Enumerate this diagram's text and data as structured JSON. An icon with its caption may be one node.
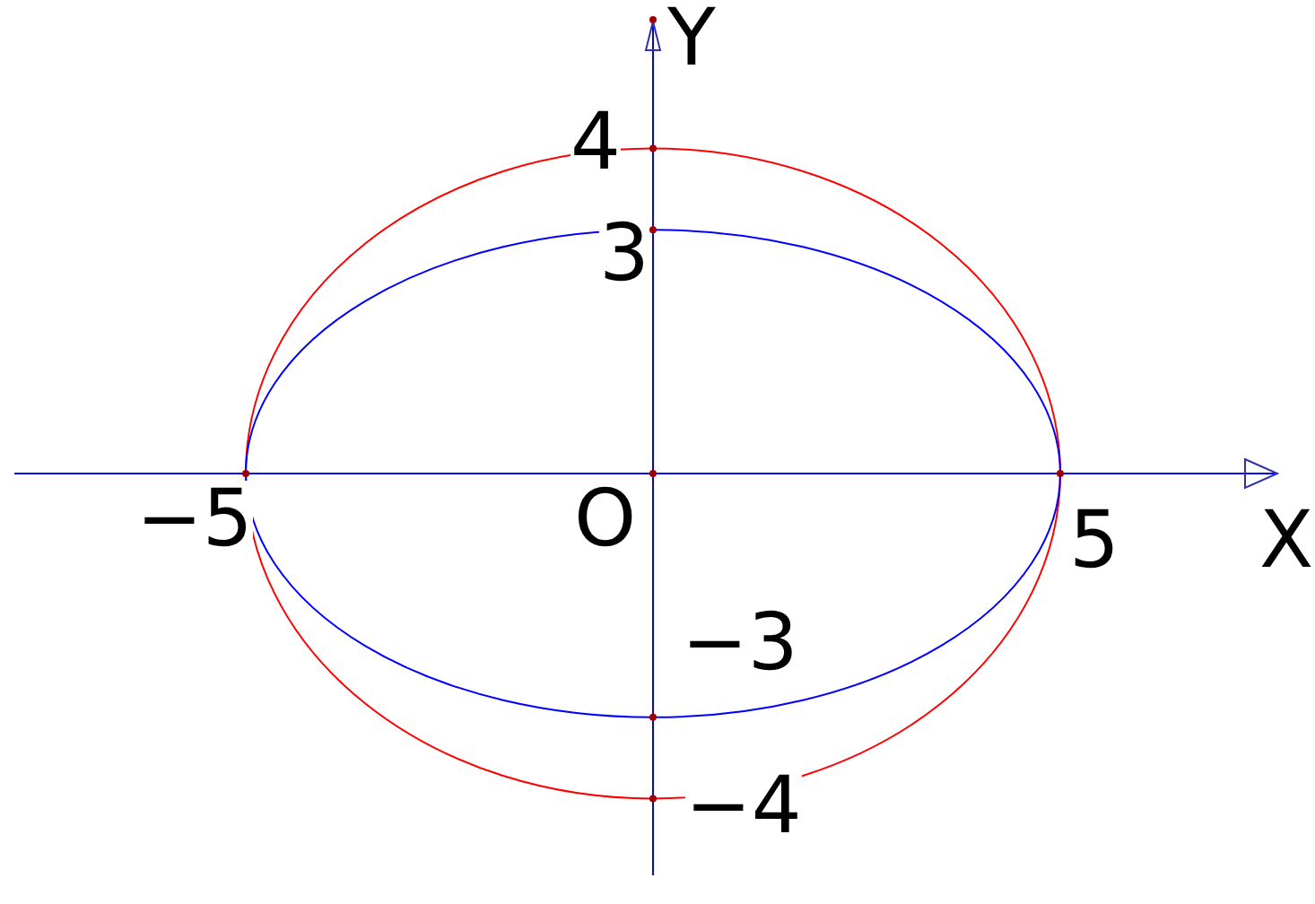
{
  "diagram": {
    "labels": [
      "Y",
      "4",
      "3",
      "−5",
      "O",
      "5",
      "X",
      "−3",
      "−4"
    ]
  }
}
